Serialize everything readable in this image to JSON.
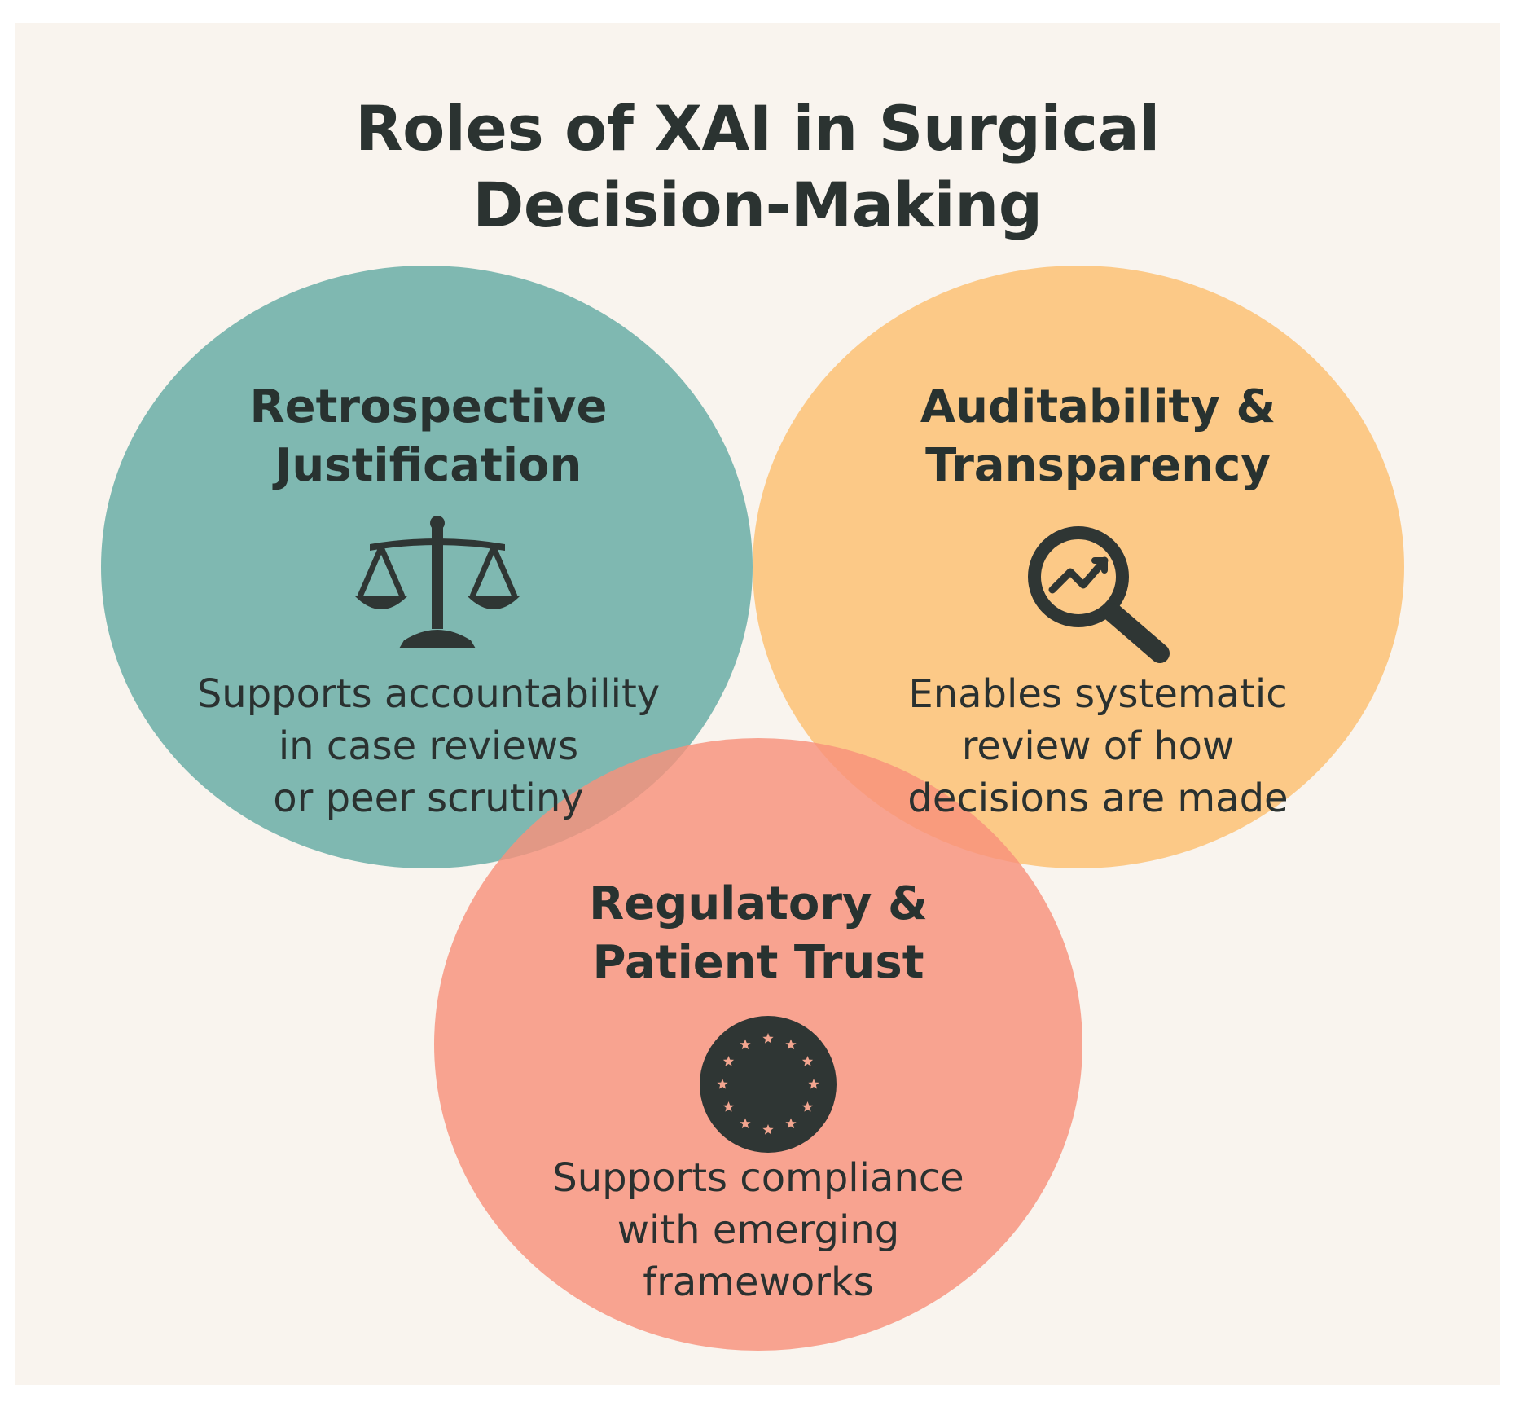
{
  "title": {
    "line1": "Roles of XAI in Surgical",
    "line2": "Decision-Making"
  },
  "circles": {
    "left": {
      "heading": [
        "Retrospective",
        "Justification"
      ],
      "description": [
        "Supports accountability",
        "in case reviews",
        "or peer scrutiny"
      ],
      "icon": "scales-of-justice-icon",
      "color": "#7fb8b1"
    },
    "right": {
      "heading": [
        "Auditability &",
        "Transparency"
      ],
      "description": [
        "Enables systematic",
        "review of how",
        "decisions are made"
      ],
      "icon": "magnifier-trend-icon",
      "color": "#fcc987"
    },
    "bottom": {
      "heading": [
        "Regulatory &",
        "Patient Trust"
      ],
      "description": [
        "Supports compliance",
        "with emerging",
        "frameworks"
      ],
      "icon": "eu-stars-seal-icon",
      "color": "#f8917b"
    }
  },
  "colors": {
    "background": "#f9f4ee",
    "text": "#2b3331",
    "icon": "#2f3634",
    "star": "#f4a690"
  }
}
